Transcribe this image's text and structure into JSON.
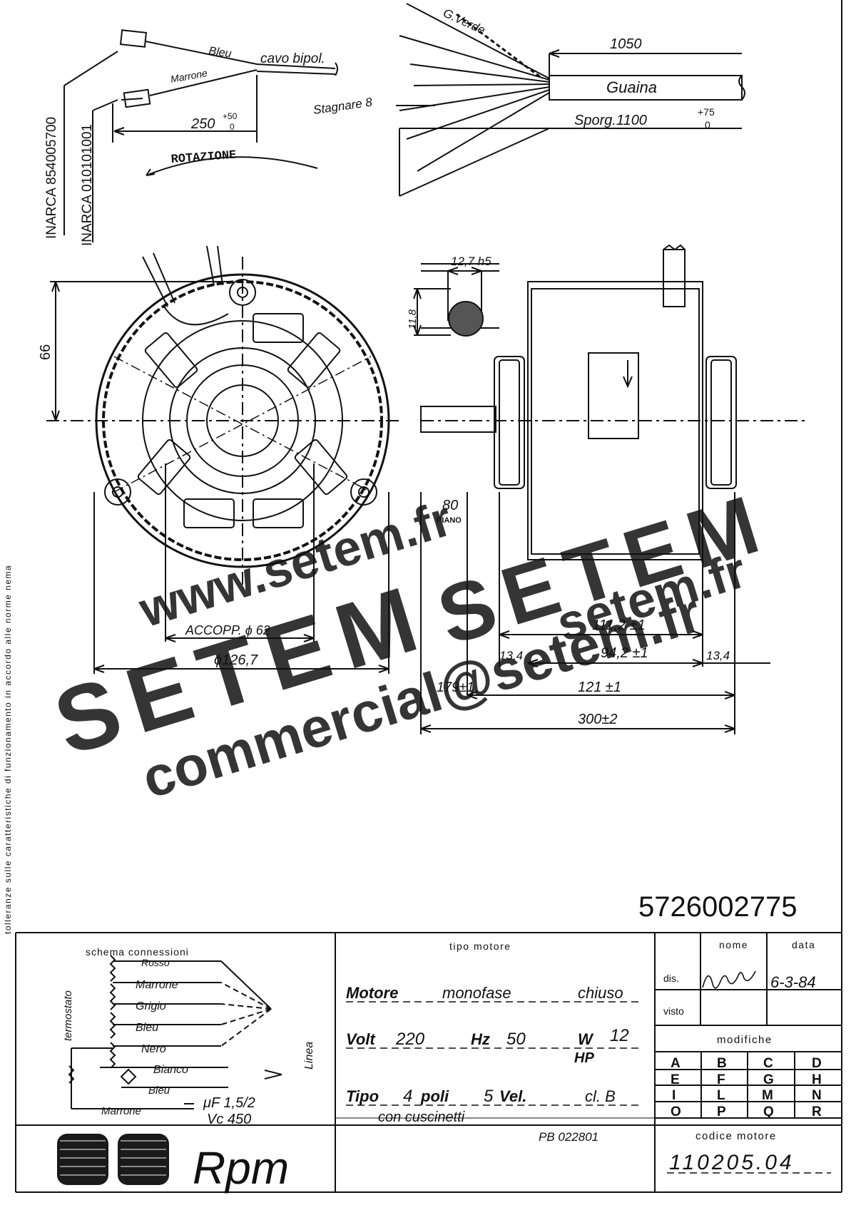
{
  "side_note": "tolleranze sulle caratteristiche di funzionamento in accordo alle norme nema",
  "cable": {
    "bleu": "Bleu",
    "marrone": "Marrone",
    "cavo": "cavo bipol.",
    "length": "250",
    "tol_plus": "+50",
    "tol_zero": "0",
    "rotation": "ROTAZIONE"
  },
  "inarca": [
    "INARCA 854005700",
    "INARCA 010101001"
  ],
  "wires": {
    "g_verde": "G.Verde",
    "len_1050": "1050",
    "guaina": "Guaina",
    "stagnare": "Stagnare 8",
    "sporg": "Sporg.1100",
    "sporg_tol": "+75",
    "sporg_zero": "0"
  },
  "front_view": {
    "dim_66": "66",
    "accopp": "ACCOPP. ϕ 62",
    "diam": "ϕ126,7"
  },
  "side_view": {
    "shaft": "12,7 h5",
    "flat": "11,8",
    "piano_val": "80",
    "piano": "PIANO",
    "d111": "111,2 ±1",
    "d94": "94,2 ±1",
    "d134a": "13,4",
    "d134b": "13,4",
    "d179": "179±1",
    "d121": "121   ±1",
    "d300": "300±2"
  },
  "watermark": {
    "url": "www.setem.fr",
    "brand": "SETEM",
    "brand2": "SETEM",
    "url2": "setem.fr",
    "email": "commercial@setem.fr"
  },
  "part_number": "5726002775",
  "schema": {
    "title": "schema connessioni",
    "termostato": "termostato",
    "linea": "Linea",
    "wires": [
      "Rosso",
      "Marrone",
      "Grigio",
      "Bleu",
      "Nero",
      "Bianco",
      "Bleu",
      "Marrone"
    ],
    "cap_uf": "μF 1,5/2",
    "cap_vc": "Vc 450"
  },
  "motor_type": {
    "heading": "tipo motore",
    "motore": "Motore",
    "monofase": "monofase",
    "chiuso": "chiuso",
    "volt_label": "Volt",
    "volt": "220",
    "hz_label": "Hz",
    "hz": "50",
    "w_label": "W",
    "w": "12",
    "hp": "HP",
    "tipo_label": "Tipo",
    "poli": "4",
    "poli_label": "poli",
    "vel": "5",
    "vel_label": "Vel.",
    "classe": "cl. B",
    "bearings": "con cuscinetti",
    "pb": "PB 022801"
  },
  "signoff": {
    "nome": "nome",
    "data": "data",
    "dis": "dis.",
    "visto": "visto",
    "date": "6-3-84"
  },
  "modifiche": {
    "title": "modifiche",
    "rows": [
      [
        "A",
        "B",
        "C",
        "D"
      ],
      [
        "E",
        "F",
        "G",
        "H"
      ],
      [
        "I",
        "L",
        "M",
        "N"
      ],
      [
        "O",
        "P",
        "Q",
        "R"
      ]
    ]
  },
  "codice": {
    "label": "codice motore",
    "value": "110205.04"
  },
  "logo": {
    "name": "Rpm"
  }
}
